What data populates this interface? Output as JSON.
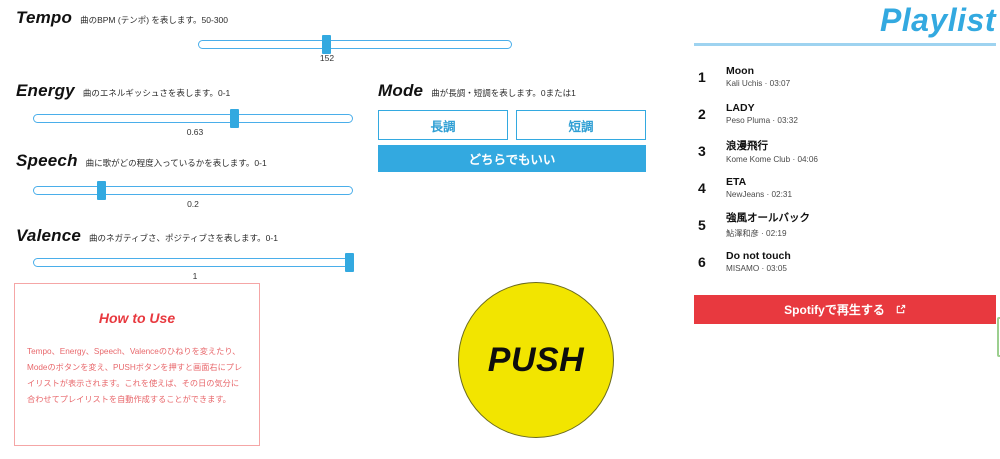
{
  "controls": {
    "tempo": {
      "title": "Tempo",
      "desc": "曲のBPM (テンポ) を表します。50-300",
      "value": "152",
      "min": 50,
      "max": 300
    },
    "energy": {
      "title": "Energy",
      "desc": "曲のエネルギッシュさを表します。0-1",
      "value": "0.63",
      "min": 0,
      "max": 1
    },
    "speech": {
      "title": "Speech",
      "desc": "曲に歌がどの程度入っているかを表します。0-1",
      "value": "0.2",
      "min": 0,
      "max": 1
    },
    "valence": {
      "title": "Valence",
      "desc": "曲のネガティブさ、ポジティブさを表します。0-1",
      "value": "1",
      "min": 0,
      "max": 1
    },
    "mode": {
      "title": "Mode",
      "desc": "曲が長調・短調を表します。0または1",
      "major_label": "長調",
      "minor_label": "短調",
      "any_label": "どちらでもいい",
      "selected": "どちらでもいい"
    }
  },
  "howto": {
    "title": "How to Use",
    "body": "Tempo、Energy、Speech、Valenceのひねりを変えたり、Modeのボタンを変え、PUSHボタンを押すと画面右にプレイリストが表示されます。これを使えば、その日の気分に合わせてプレイリストを自動作成することができます。"
  },
  "push": {
    "label": "PUSH"
  },
  "playlist": {
    "title": "Playlist",
    "tracks": [
      {
        "num": "1",
        "title": "Moon",
        "sub": "Kali Uchis · 03:07"
      },
      {
        "num": "2",
        "title": "LADY",
        "sub": "Peso Pluma · 03:32"
      },
      {
        "num": "3",
        "title": "浪漫飛行",
        "sub": "Kome Kome Club · 04:06"
      },
      {
        "num": "4",
        "title": "ETA",
        "sub": "NewJeans · 02:31"
      },
      {
        "num": "5",
        "title": "強風オールバック",
        "sub": "鮎澤和彦 · 02:19"
      },
      {
        "num": "6",
        "title": "Do not touch",
        "sub": "MISAMO · 03:05"
      }
    ],
    "spotify_button": "Spotifyで再生する"
  },
  "colors": {
    "accent_blue": "#33a9e0",
    "rule_blue": "#9ed3f0",
    "red": "#e8393f",
    "howto_border": "#f5a6a6",
    "push_yellow": "#f2e500",
    "edge_green": "#9ccf8f"
  }
}
